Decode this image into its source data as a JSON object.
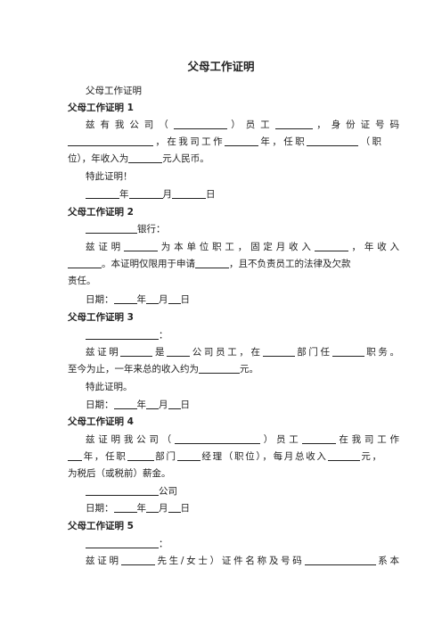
{
  "doc": {
    "title": "父母工作证明",
    "intro": "父母工作证明",
    "s1": {
      "heading": "父母工作证明 1",
      "a": "兹 有 我 公 司 （",
      "b": "） 员 工",
      "c": "， 身 份 证 号 码",
      "d": "，在我司工作",
      "e": "年，任职",
      "f": "（职",
      "g": "位），年收入为",
      "h": "元人民币。",
      "close": "特此证明！",
      "y": "年",
      "m": "月",
      "dd": "日"
    },
    "s2": {
      "heading": "父母工作证明 2",
      "bank": "银行：",
      "a": "兹证明",
      "b": "为本单位职工，固定月收入",
      "c": "，年收入",
      "d": "。本证明仅限用于申请",
      "e": "，且不负责员工的法律及欠款",
      "f": "责任。",
      "date": "日期：",
      "y": "年",
      "m": "月",
      "dd": "日"
    },
    "s3": {
      "heading": "父母工作证明 3",
      "colon": "：",
      "a": "兹证明",
      "b": "是",
      "c": "公司员工，在",
      "d": "部门任",
      "e": "职务。",
      "f": "至今为止，一年来总的收入约为",
      "g": "元。",
      "close": "特此证明。",
      "date": "日期：",
      "y": "年",
      "m": "月",
      "dd": "日"
    },
    "s4": {
      "heading": "父母工作证明 4",
      "a": "兹证明我公司（",
      "b": "）员工",
      "c": "在我司工作",
      "d": "年，任职",
      "e": "部门",
      "f": "经理（职位），每月总收入",
      "g": "元，",
      "h": "为税后（或税前）薪金。",
      "company": "公司",
      "date": "日期：",
      "y": "年",
      "m": "月",
      "dd": "日"
    },
    "s5": {
      "heading": "父母工作证明 5",
      "colon": "：",
      "a": "兹证明",
      "b": "先生/女士）证件名称及号码",
      "c": "系本"
    }
  }
}
